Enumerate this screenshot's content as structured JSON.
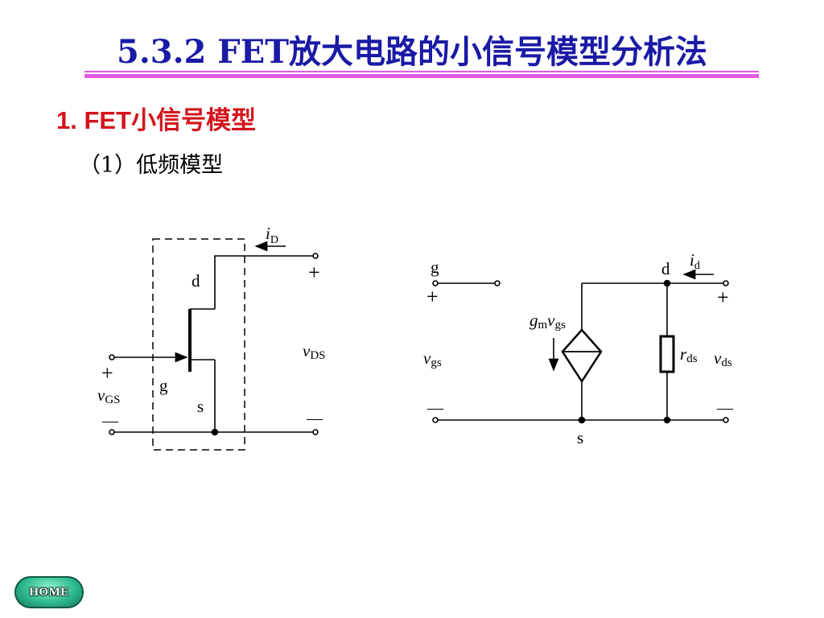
{
  "slide": {
    "title": "5.3.2  FET放大电路的小信号模型分析法",
    "section_heading": "1. FET小信号模型",
    "sub_heading": "（1）低频模型"
  },
  "fet_circuit": {
    "current_label": "i",
    "current_sub": "D",
    "drain": "d",
    "gate": "g",
    "source": "s",
    "plus": "+",
    "minus": "—",
    "vgs": "v",
    "vgs_sub": "GS",
    "vds": "v",
    "vds_sub": "DS"
  },
  "equivalent_circuit": {
    "gate": "g",
    "drain": "d",
    "source": "s",
    "current_label": "i",
    "current_sub": "d",
    "gm": "g",
    "gm_sub": "m",
    "gm_v": "v",
    "gm_v_sub": "gs",
    "vgs": "v",
    "vgs_sub": "gs",
    "rds": "r",
    "rds_sub": "ds",
    "vds": "v",
    "vds_sub": "ds",
    "plus": "+",
    "minus": "—"
  },
  "nav": {
    "home_label": "HOME"
  }
}
